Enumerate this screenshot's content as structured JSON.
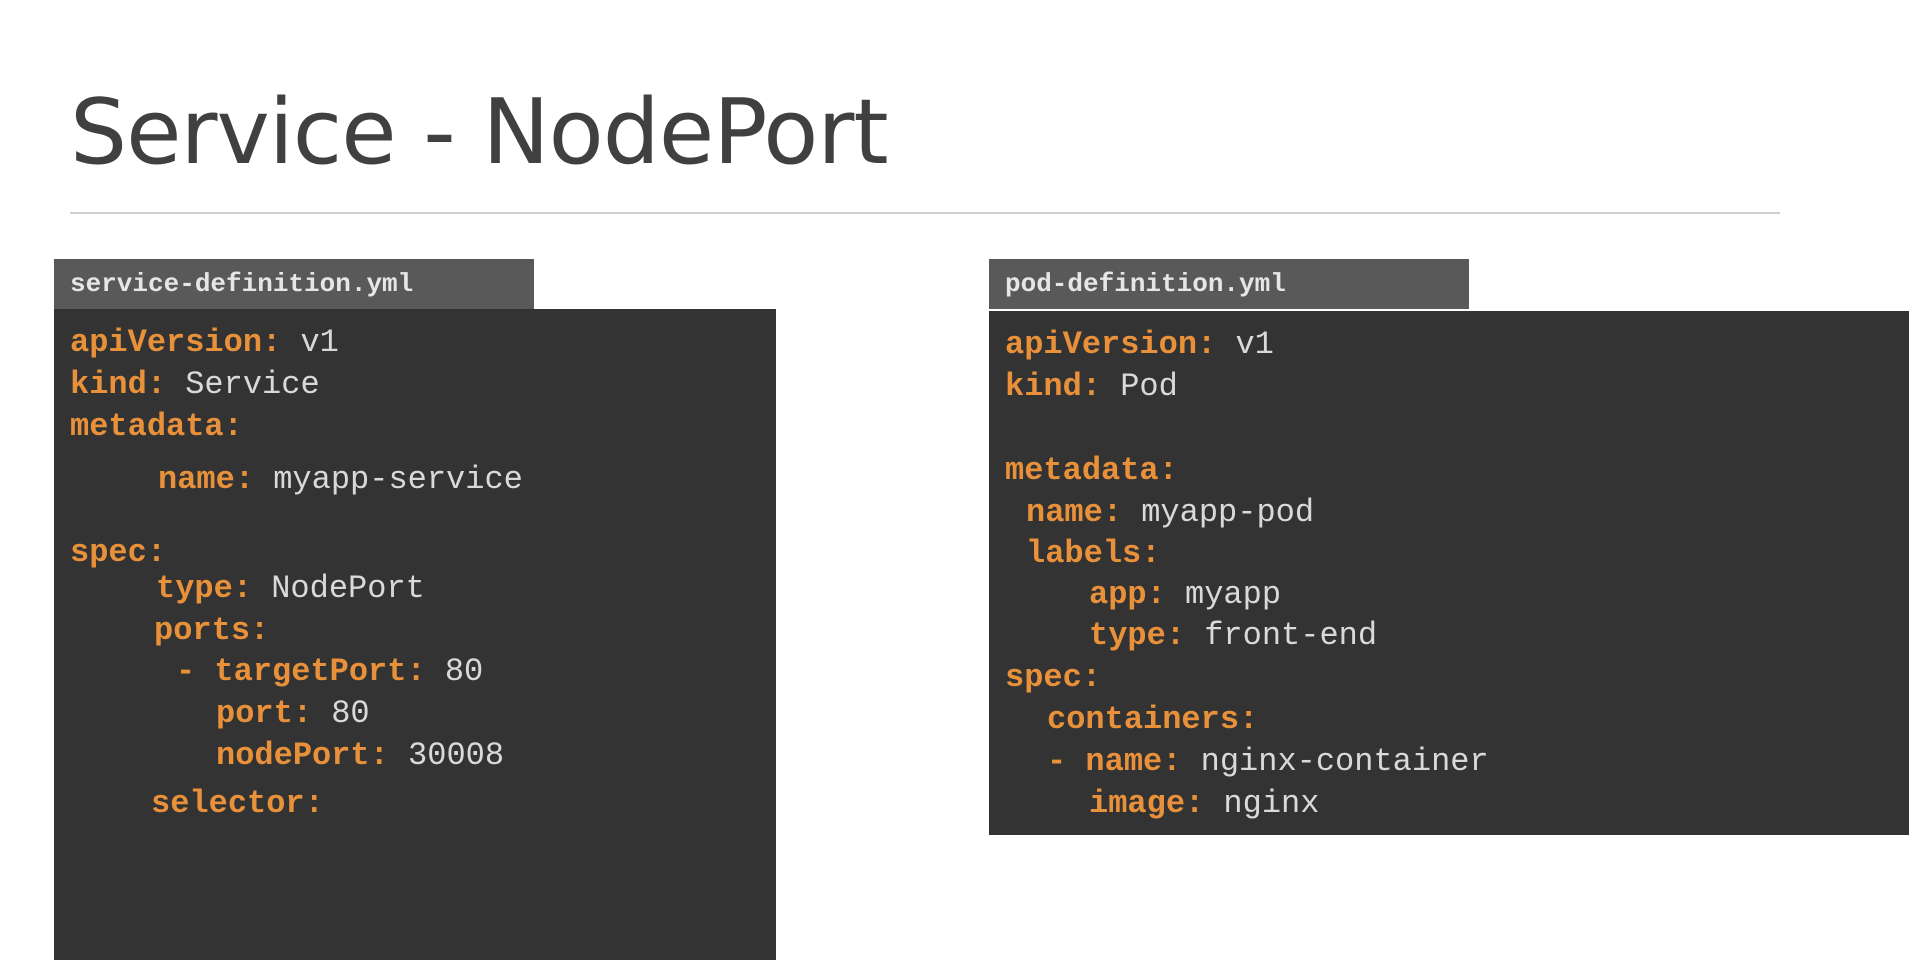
{
  "slide": {
    "title": "Service - NodePort"
  },
  "left_file": {
    "filename": "service-definition.yml",
    "lines": [
      {
        "key": "apiVersion:",
        "value": "v1"
      },
      {
        "key": "kind:",
        "value": "Service"
      },
      {
        "key": "metadata:",
        "value": ""
      },
      {
        "key": "name:",
        "value": "myapp-service"
      },
      {
        "key": "spec:",
        "value": ""
      },
      {
        "key": "type:",
        "value": "NodePort"
      },
      {
        "key": "ports:",
        "value": ""
      },
      {
        "dash": "-",
        "key": "targetPort:",
        "value": "80"
      },
      {
        "key": "port:",
        "value": "80"
      },
      {
        "key": "nodePort:",
        "value": "30008"
      },
      {
        "key": "selector:",
        "value": ""
      }
    ]
  },
  "right_file": {
    "filename": "pod-definition.yml",
    "lines": [
      {
        "key": "apiVersion:",
        "value": "v1"
      },
      {
        "key": "kind:",
        "value": "Pod"
      },
      {
        "key": "metadata:",
        "value": ""
      },
      {
        "key": "name:",
        "value": "myapp-pod"
      },
      {
        "key": "labels:",
        "value": ""
      },
      {
        "key": "app:",
        "value": "myapp"
      },
      {
        "key": "type:",
        "value": "front-end"
      },
      {
        "key": "spec:",
        "value": ""
      },
      {
        "key": "containers:",
        "value": ""
      },
      {
        "dash": "-",
        "key": "name:",
        "value": "nginx-container"
      },
      {
        "key": "image:",
        "value": "nginx"
      }
    ]
  }
}
